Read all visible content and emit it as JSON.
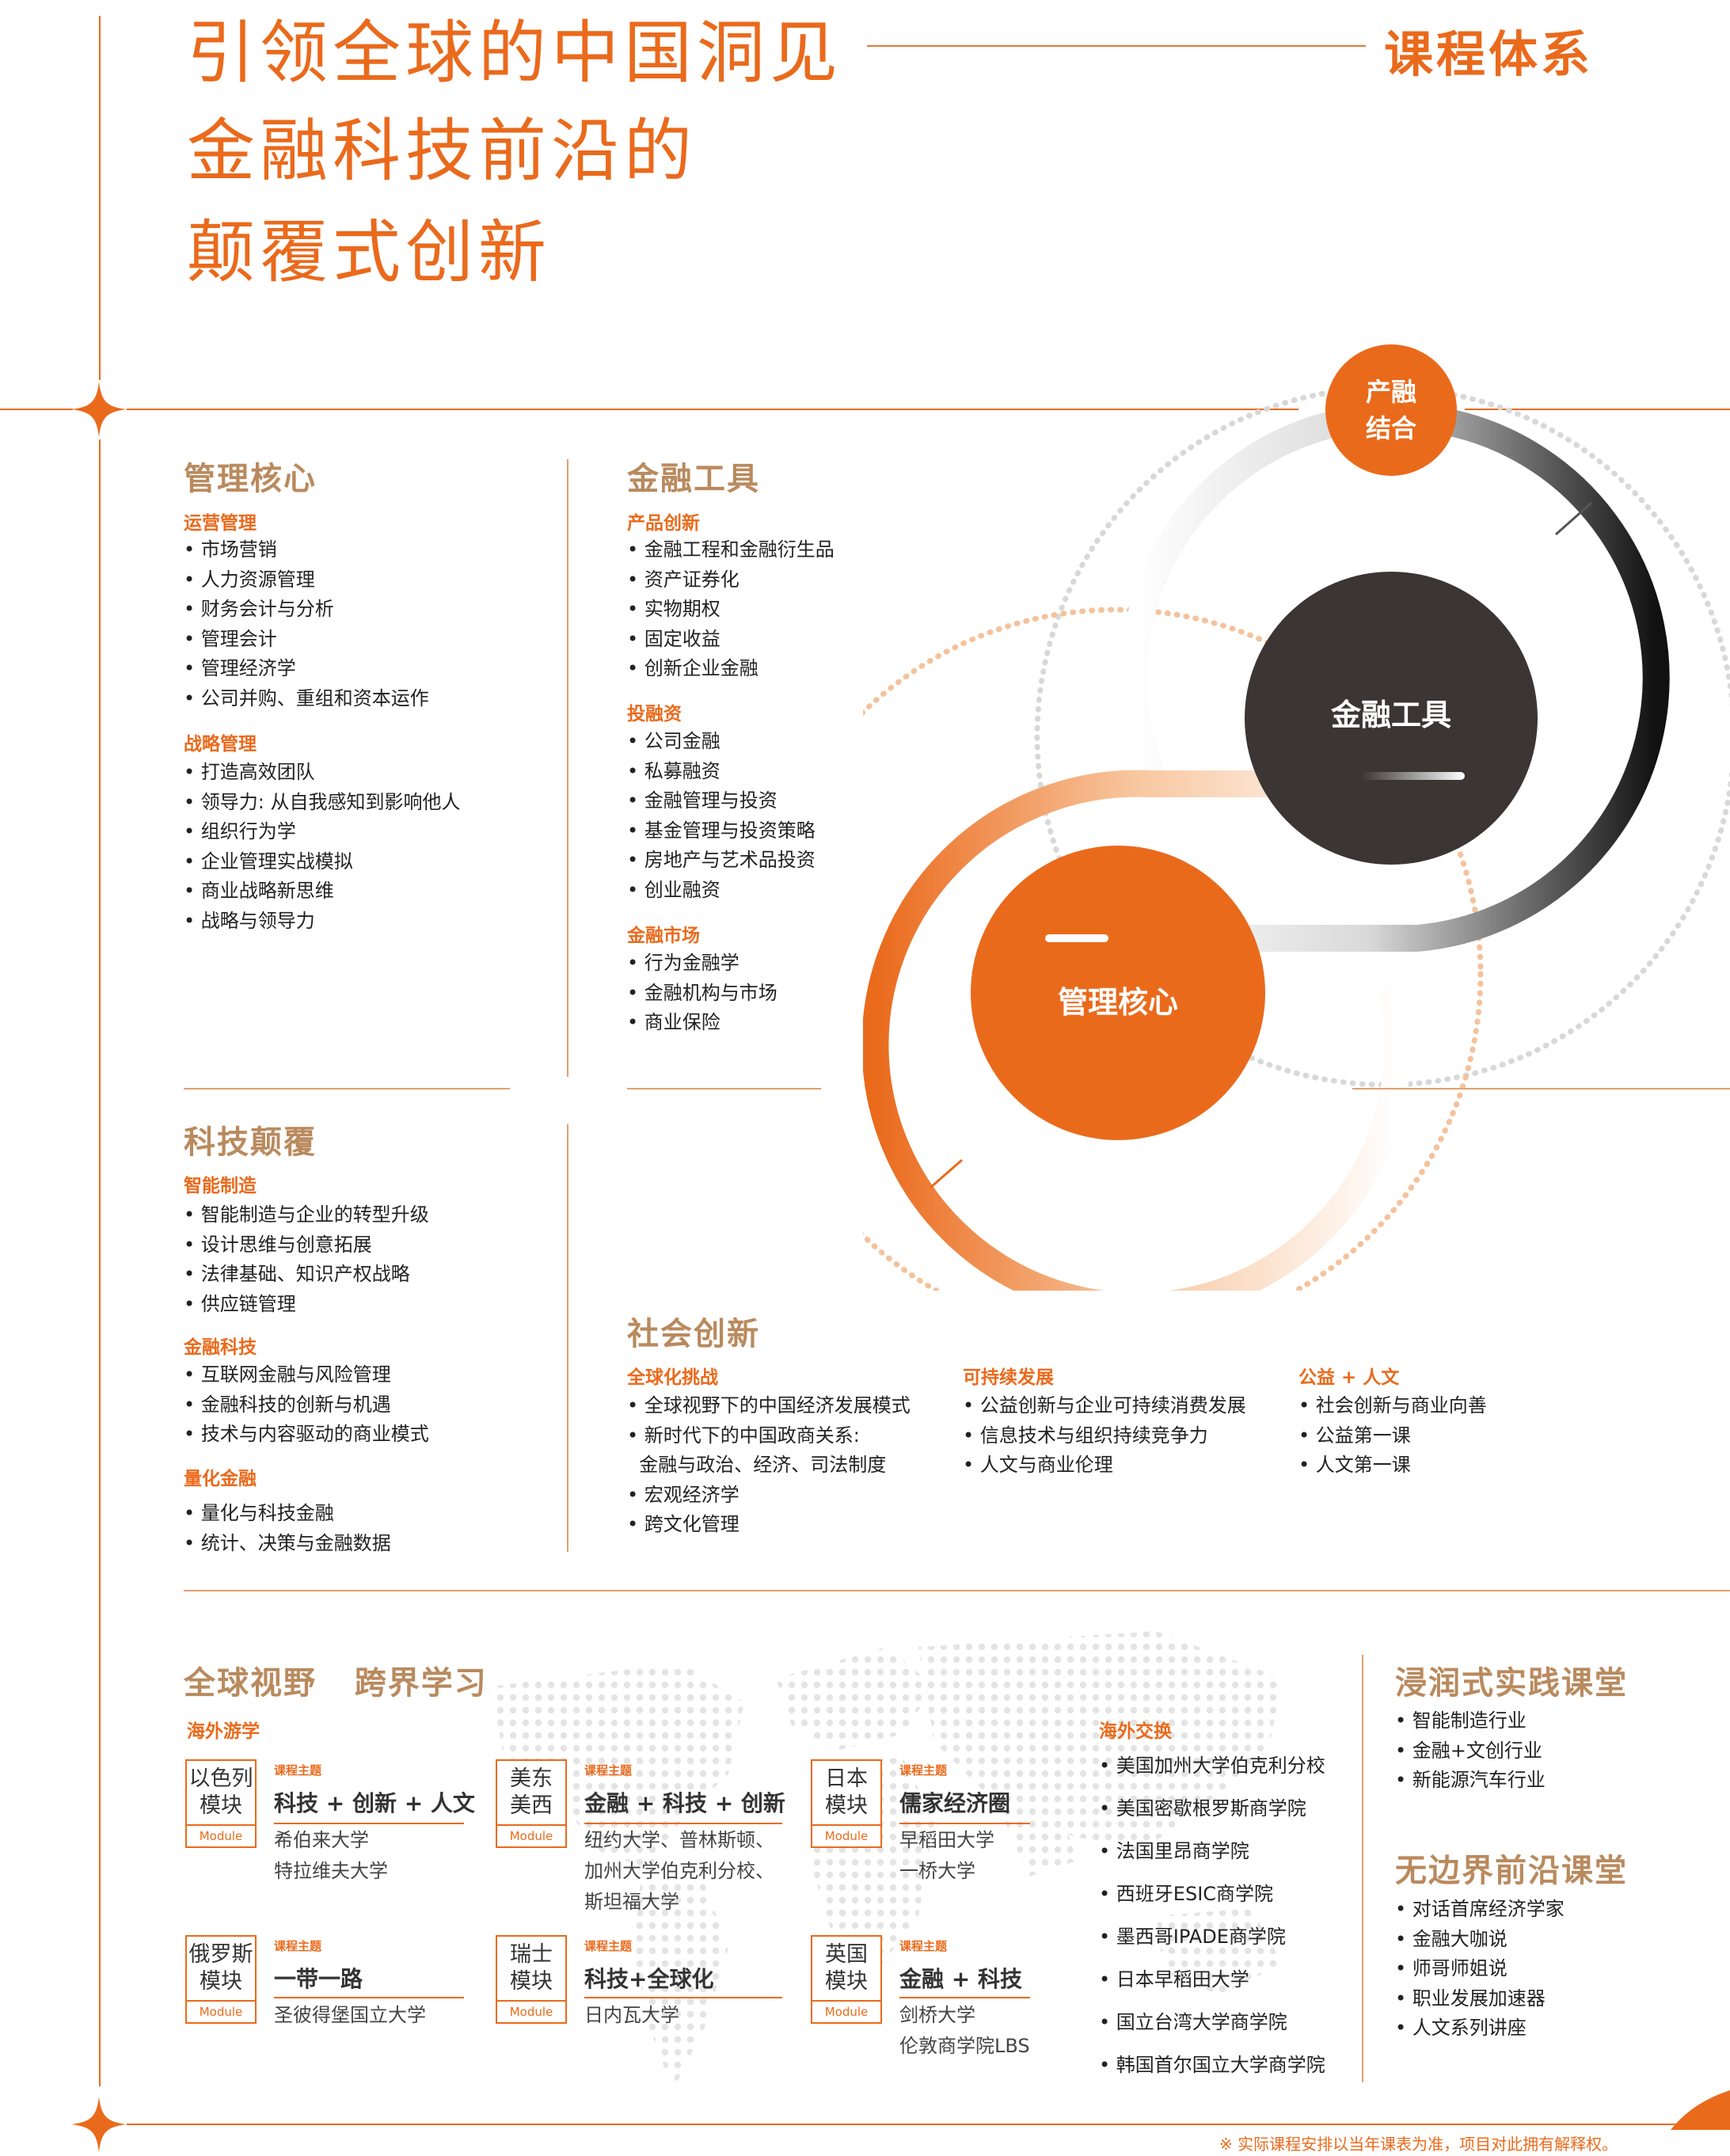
{
  "header": {
    "title_lines": [
      "引领全球的中国洞见",
      "金融科技前沿的",
      "颠覆式创新"
    ],
    "section_tag": "课程体系"
  },
  "diagram": {
    "top_circle": [
      "产融",
      "结合"
    ],
    "dark_circle": "金融工具",
    "orange_circle": "管理核心",
    "colors": {
      "orange": "#ea6a1c",
      "dark": "#3b3533",
      "gold": "#c8884a"
    }
  },
  "management": {
    "title": "管理核心",
    "groups": [
      {
        "label": "运营管理",
        "items": [
          "市场营销",
          "人力资源管理",
          "财务会计与分析",
          "管理会计",
          "管理经济学",
          "公司并购、重组和资本运作"
        ]
      },
      {
        "label": "战略管理",
        "items": [
          "打造高效团队",
          "领导力: 从自我感知到影响他人",
          "组织行为学",
          "企业管理实战模拟",
          "商业战略新思维",
          "战略与领导力"
        ]
      }
    ]
  },
  "finance": {
    "title": "金融工具",
    "groups": [
      {
        "label": "产品创新",
        "items": [
          "金融工程和金融衍生品",
          "资产证券化",
          "实物期权",
          "固定收益",
          "创新企业金融"
        ]
      },
      {
        "label": "投融资",
        "items": [
          "公司金融",
          "私募融资",
          "金融管理与投资",
          "基金管理与投资策略",
          "房地产与艺术品投资",
          "创业融资"
        ]
      },
      {
        "label": "金融市场",
        "items": [
          "行为金融学",
          "金融机构与市场",
          "商业保险"
        ]
      }
    ]
  },
  "tech": {
    "title": "科技颠覆",
    "groups": [
      {
        "label": "智能制造",
        "items": [
          "智能制造与企业的转型升级",
          "设计思维与创意拓展",
          "法律基础、知识产权战略",
          "供应链管理"
        ]
      },
      {
        "label": "金融科技",
        "items": [
          "互联网金融与风险管理",
          "金融科技的创新与机遇",
          "技术与内容驱动的商业模式"
        ]
      },
      {
        "label": "量化金融",
        "items": [
          "量化与科技金融",
          "统计、决策与金融数据"
        ]
      }
    ]
  },
  "social": {
    "title": "社会创新",
    "groups": [
      {
        "label": "全球化挑战",
        "items": [
          "全球视野下的中国经济发展模式",
          "新时代下的中国政商关系:",
          "金融与政治、经济、司法制度",
          "宏观经济学",
          "跨文化管理"
        ]
      },
      {
        "label": "可持续发展",
        "items": [
          "公益创新与企业可持续消费发展",
          "信息技术与组织持续竞争力",
          "人文与商业伦理"
        ]
      },
      {
        "label": "公益 + 人文",
        "items": [
          "社会创新与商业向善",
          "公益第一课",
          "人文第一课"
        ]
      }
    ]
  },
  "global": {
    "title": "全球视野   跨界学习",
    "overseas_tour": "海外游学",
    "theme_label": "课程主题",
    "module_badge": "Module",
    "modules": [
      {
        "name": [
          "以色列",
          "模块"
        ],
        "theme": "科技 + 创新 + 人文",
        "schools": [
          "希伯来大学",
          "特拉维夫大学"
        ]
      },
      {
        "name": [
          "美东",
          "美西"
        ],
        "theme": "金融 + 科技 + 创新",
        "schools": [
          "纽约大学、普林斯顿、",
          "加州大学伯克利分校、",
          "斯坦福大学"
        ]
      },
      {
        "name": [
          "日本",
          "模块"
        ],
        "theme": "儒家经济圈",
        "schools": [
          "早稻田大学",
          "一桥大学"
        ]
      },
      {
        "name": [
          "俄罗斯",
          "模块"
        ],
        "theme": "一带一路",
        "schools": [
          "圣彼得堡国立大学"
        ]
      },
      {
        "name": [
          "瑞士",
          "模块"
        ],
        "theme": "科技+全球化",
        "schools": [
          "日内瓦大学"
        ]
      },
      {
        "name": [
          "英国",
          "模块"
        ],
        "theme": "金融 + 科技",
        "schools": [
          "剑桥大学",
          "伦敦商学院LBS"
        ]
      }
    ],
    "exchange_label": "海外交换",
    "exchange": [
      "美国加州大学伯克利分校",
      "美国密歇根罗斯商学院",
      "法国里昂商学院",
      "西班牙ESIC商学院",
      "墨西哥IPADE商学院",
      "日本早稻田大学",
      "国立台湾大学商学院",
      "韩国首尔国立大学商学院"
    ]
  },
  "practice": {
    "title": "浸润式实践课堂",
    "items": [
      "智能制造行业",
      "金融+文创行业",
      "新能源汽车行业"
    ]
  },
  "frontier": {
    "title": "无边界前沿课堂",
    "items": [
      "对话首席经济学家",
      "金融大咖说",
      "师哥师姐说",
      "职业发展加速器",
      "人文系列讲座"
    ]
  },
  "footnote": "※ 实际课程安排以当年课表为准，项目对此拥有解释权。"
}
